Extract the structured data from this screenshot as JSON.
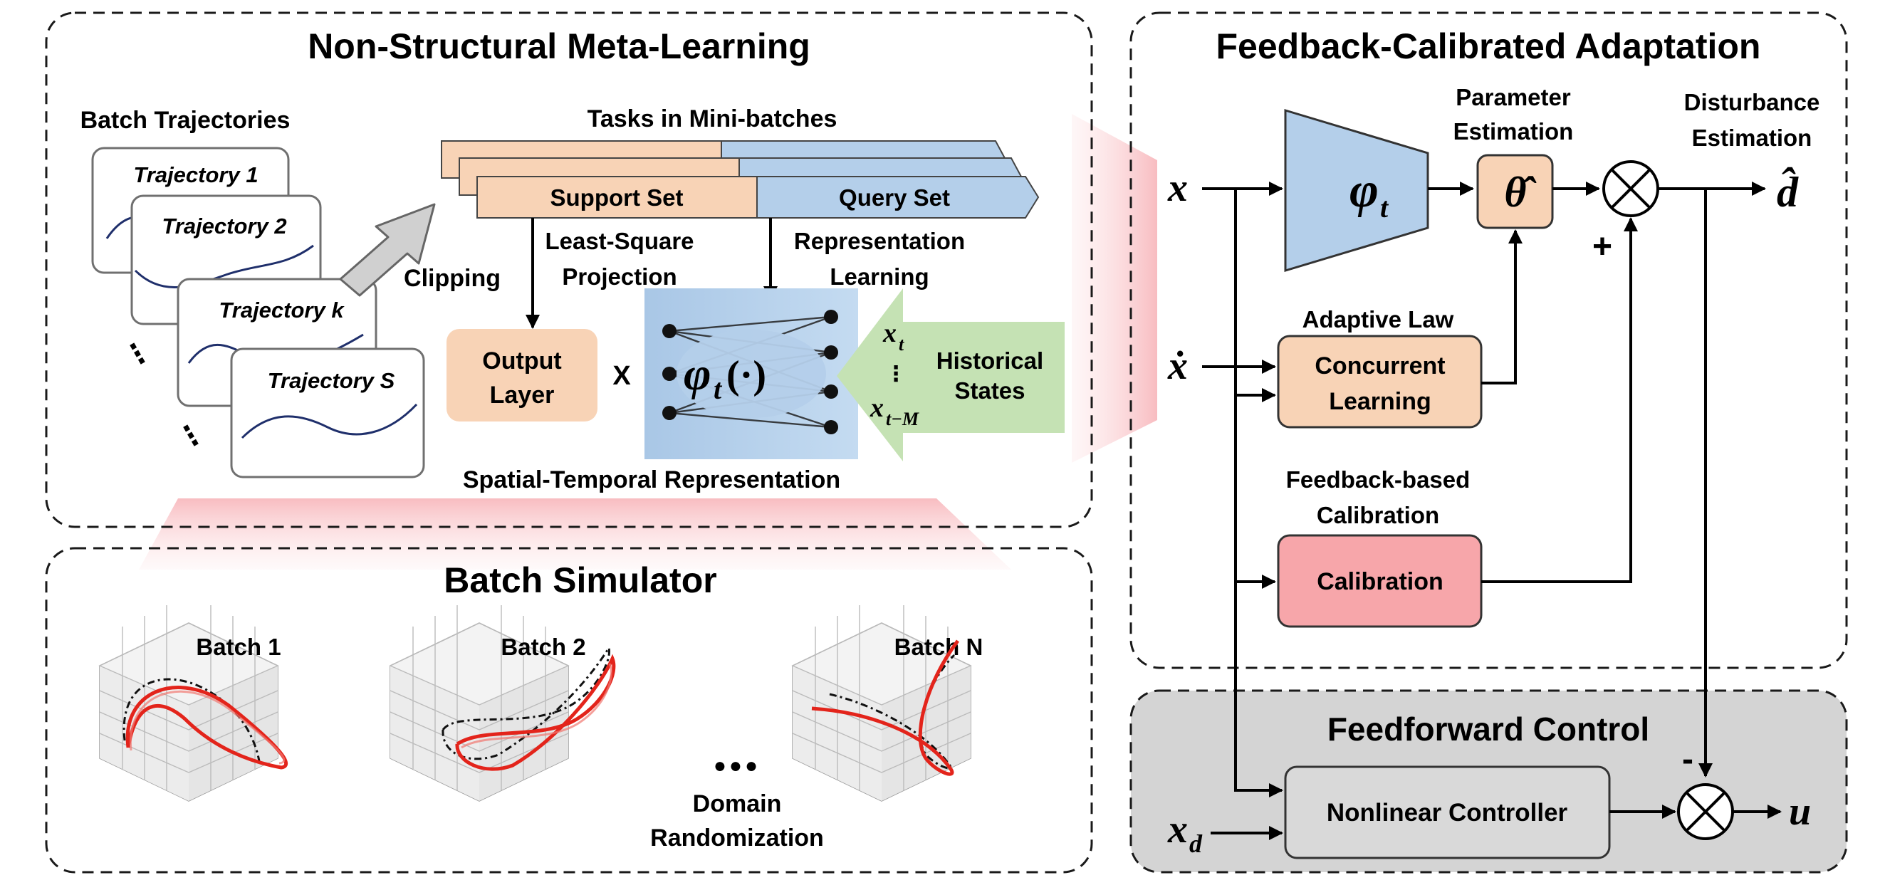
{
  "meta_learning": {
    "title": "Non-Structural Meta-Learning",
    "batch_trajectories_label": "Batch Trajectories",
    "trajectories": [
      "Trajectory 1",
      "Trajectory 2",
      "Trajectory k",
      "Trajectory S"
    ],
    "ellipsis": "⋮",
    "clipping_label": "Clipping",
    "tasks_label": "Tasks in Mini-batches",
    "support_set": "Support Set",
    "query_set": "Query Set",
    "least_square_l1": "Least-Square",
    "least_square_l2": "Projection",
    "representation_l1": "Representation",
    "representation_l2": "Learning",
    "output_layer_l1": "Output",
    "output_layer_l2": "Layer",
    "times": "X",
    "network_symbol": "φ",
    "network_subscript": "t",
    "network_args": "(·)",
    "x_t": "x",
    "x_t_sub": "t",
    "vdots": "⋮",
    "x_tm": "x",
    "x_tm_sub": "t−M",
    "historical_l1": "Historical",
    "historical_l2": "States",
    "spatial_temporal": "Spatial-Temporal Representation"
  },
  "simulator": {
    "title": "Batch Simulator",
    "batches": [
      "Batch 1",
      "Batch 2",
      "Batch N"
    ],
    "dots": "●●●",
    "domain_l1": "Domain",
    "domain_l2": "Randomization"
  },
  "adaptation": {
    "title": "Feedback-Calibrated Adaptation",
    "x": "x",
    "x_dot": "ẋ",
    "phi": "φ",
    "phi_sub": "t",
    "param_l1": "Parameter",
    "param_l2": "Estimation",
    "theta_hat": "θ̂",
    "dist_l1": "Disturbance",
    "dist_l2": "Estimation",
    "d_hat": "d̂",
    "plus": "+",
    "adaptive_law": "Adaptive Law",
    "concurrent_l1": "Concurrent",
    "concurrent_l2": "Learning",
    "feedback_l1": "Feedback-based",
    "feedback_l2": "Calibration",
    "calibration": "Calibration"
  },
  "feedforward": {
    "title": "Feedforward Control",
    "minus": "-",
    "controller": "Nonlinear Controller",
    "x_d": "x",
    "x_d_sub": "d",
    "u": "u"
  },
  "colors": {
    "orange": "#f8d3b6",
    "blue": "#b4cfea",
    "green": "#c5e2b4",
    "red_box": "#f7a6aa",
    "gray_panel": "#d4d4d4",
    "trajectory_red": "#e3241b",
    "curve_navy": "#1f2f6b",
    "highlight_pink": "#f8c2c6"
  }
}
